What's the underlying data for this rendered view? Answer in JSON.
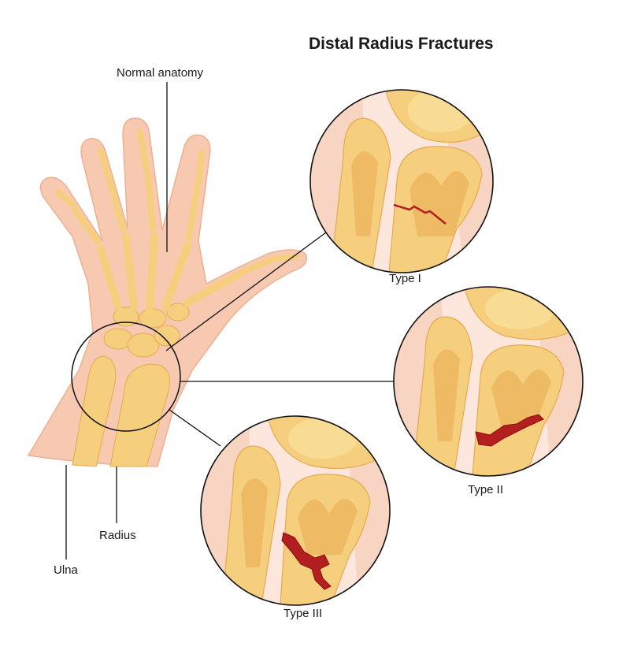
{
  "title": "Distal Radius Fractures",
  "labels": {
    "normal_anatomy": "Normal anatomy",
    "ulna": "Ulna",
    "radius": "Radius",
    "type1": "Type I",
    "type2": "Type II",
    "type3": "Type III"
  },
  "colors": {
    "skin": "#f7c9b1",
    "skin_shade": "#eeb092",
    "bone": "#f6cf7e",
    "bone_light": "#fbe4a4",
    "bone_dark": "#e7a94e",
    "fracture": "#b31e1e",
    "line": "#111111"
  }
}
